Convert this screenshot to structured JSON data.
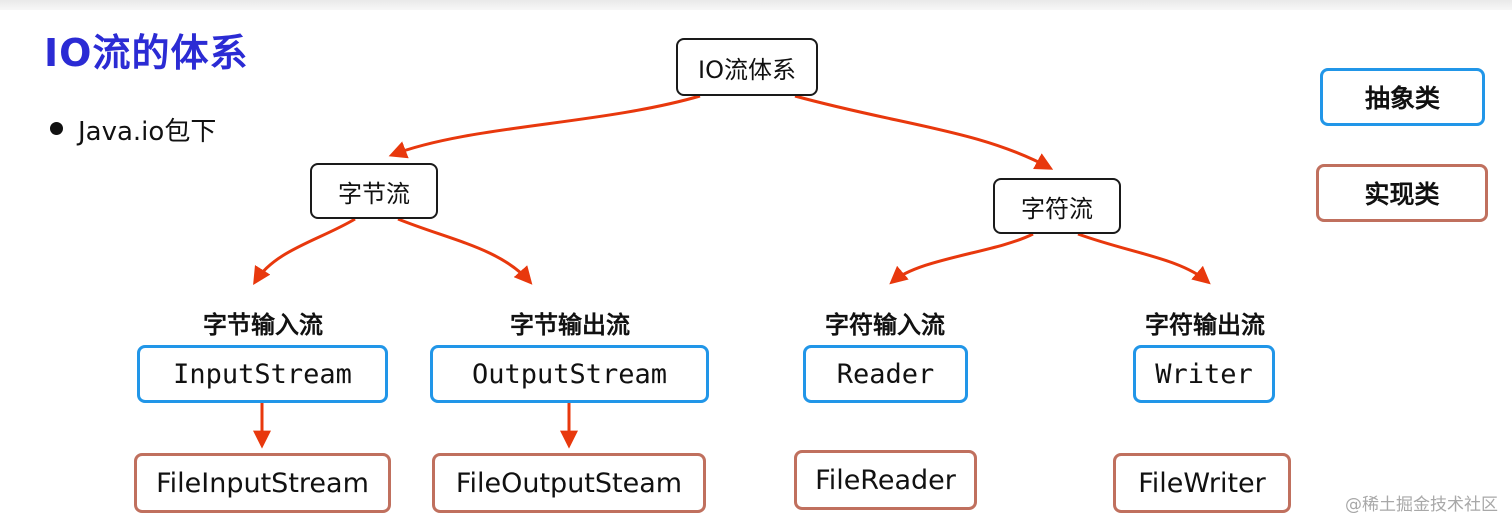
{
  "slide": {
    "title": "IO流的体系",
    "bullet": "Java.io包下",
    "watermark": "@稀土掘金技术社区"
  },
  "legend": [
    {
      "label": "抽象类",
      "color": "#2196e8"
    },
    {
      "label": "实现类",
      "color": "#c0705e"
    }
  ],
  "diagram": {
    "root": {
      "label": "IO流体系"
    },
    "level2": [
      {
        "label": "字节流"
      },
      {
        "label": "字符流"
      }
    ],
    "captions": [
      {
        "label": "字节输入流"
      },
      {
        "label": "字节输出流"
      },
      {
        "label": "字符输入流"
      },
      {
        "label": "字符输出流"
      }
    ],
    "abstract_classes": [
      {
        "label": "InputStream"
      },
      {
        "label": "OutputStream"
      },
      {
        "label": "Reader"
      },
      {
        "label": "Writer"
      }
    ],
    "impl_classes": [
      {
        "label": "FileInputStream"
      },
      {
        "label": "FileOutputSteam"
      },
      {
        "label": "FileReader"
      },
      {
        "label": "FileWriter"
      }
    ]
  },
  "colors": {
    "title": "#2b2bd4",
    "arrow": "#e8380d",
    "abstract_border": "#2196e8",
    "impl_border": "#c0705e",
    "node_border": "#1a1a1a"
  }
}
